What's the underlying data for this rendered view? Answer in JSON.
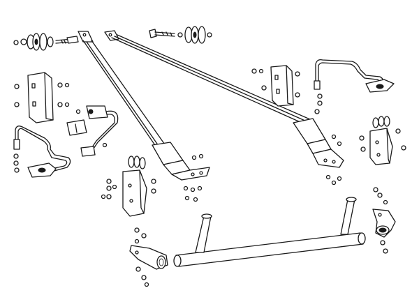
{
  "diagram": {
    "type": "exploded-parts-drawing",
    "colors": {
      "ink": "#1a1a1a",
      "paper": "#ffffff"
    },
    "parts": [
      {
        "name": "left-diagonal-strut"
      },
      {
        "name": "right-diagonal-strut"
      },
      {
        "name": "front-cross-tube"
      },
      {
        "name": "left-upper-mount-bushing"
      },
      {
        "name": "right-upper-mount-bushing"
      },
      {
        "name": "left-shim-plate"
      },
      {
        "name": "right-shim-plate"
      },
      {
        "name": "left-mounting-bracket"
      },
      {
        "name": "right-mounting-bracket"
      },
      {
        "name": "left-side-bracket"
      },
      {
        "name": "right-side-bracket"
      },
      {
        "name": "left-stay-rod"
      },
      {
        "name": "right-stay-rod"
      },
      {
        "name": "center-clamp"
      },
      {
        "name": "tube-end-clamp"
      }
    ]
  }
}
